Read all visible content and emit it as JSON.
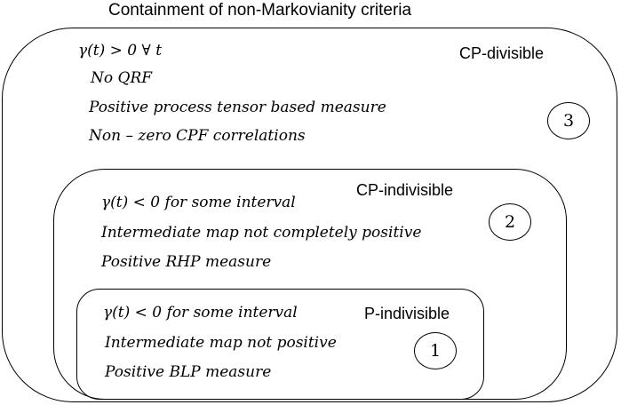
{
  "title": "Containment of non-Markovianity criteria",
  "sets": [
    {
      "label": "CP-divisible",
      "number": "3",
      "criteria": [
        "γ(t)  >  0 ∀ t",
        "No QRF",
        "Positive process tensor based measure",
        "Non – zero CPF correlations"
      ]
    },
    {
      "label": "CP-indivisible",
      "number": "2",
      "criteria": [
        "γ(t)  <  0 for some interval",
        "Intermediate map not completely positive",
        "Positive RHP measure"
      ]
    },
    {
      "label": "P-indivisible",
      "number": "1",
      "criteria": [
        "γ(t)  <  0 for some interval",
        "Intermediate map not positive",
        "Positive BLP measure"
      ]
    }
  ]
}
